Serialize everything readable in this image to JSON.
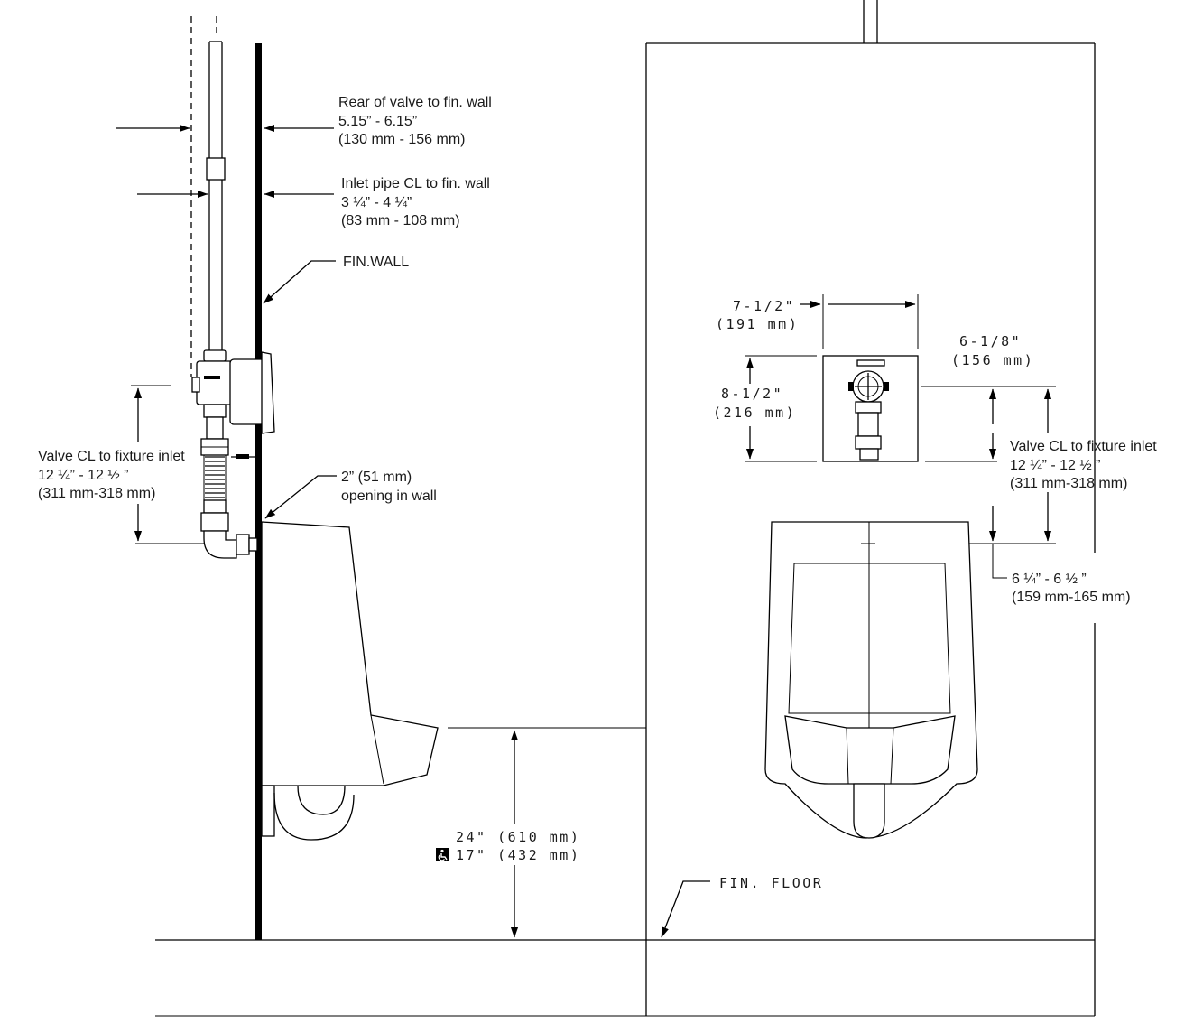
{
  "side_view": {
    "rear_of_valve": {
      "label": "Rear of valve to fin. wall",
      "imperial": "5.15” - 6.15”",
      "metric": "(130 mm - 156 mm)"
    },
    "inlet_pipe": {
      "label": "Inlet pipe CL to fin. wall",
      "imperial": "3 ¼” - 4 ¼”",
      "metric": "(83 mm - 108 mm)"
    },
    "fin_wall": "FIN.WALL",
    "valve_cl": {
      "label": "Valve CL to fixture inlet",
      "imperial": "12 ¼” - 12 ½ ”",
      "metric": "(311 mm-318 mm)"
    },
    "opening": {
      "size": "2” (51 mm)",
      "label": "opening in wall"
    },
    "height": {
      "standard": "24\" (610 mm)",
      "accessible": "17\" (432 mm)"
    },
    "fin_floor": "FIN. FLOOR"
  },
  "front_view": {
    "box_width": {
      "imperial": "7-1/2\"",
      "metric": "(191 mm)"
    },
    "box_height": {
      "imperial": "8-1/2\"",
      "metric": "(216 mm)"
    },
    "offset": {
      "imperial": "6-1/8\"",
      "metric": "(156 mm)"
    },
    "valve_cl": {
      "label": "Valve CL to fixture inlet",
      "imperial": "12 ¼” - 12 ½ ”",
      "metric": "(311 mm-318 mm)"
    },
    "fixture_offset": {
      "imperial": "6 ¼” - 6 ½ ”",
      "metric": "(159 mm-165 mm)"
    }
  },
  "icons": {
    "accessibility": "wheelchair-icon"
  }
}
